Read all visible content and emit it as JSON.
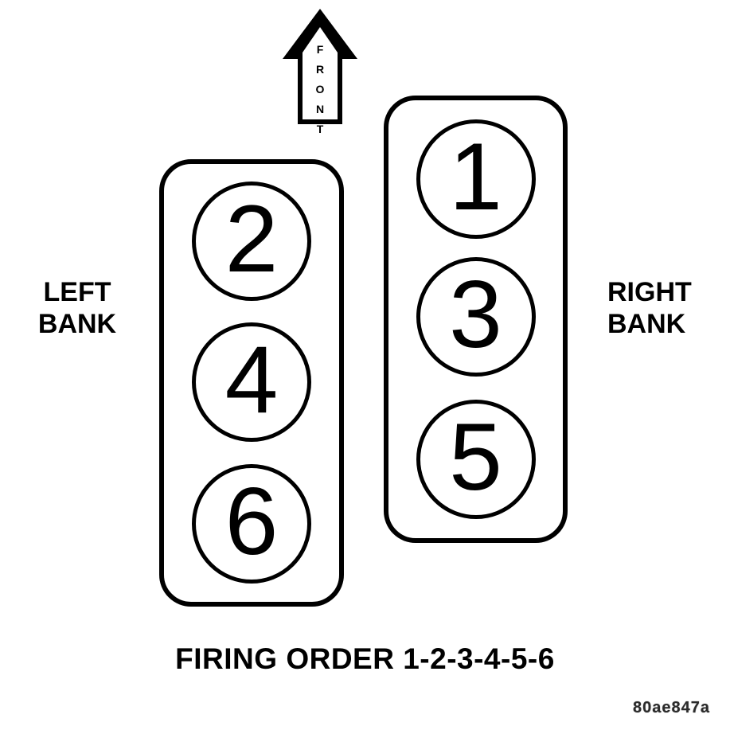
{
  "diagram": {
    "front_arrow": {
      "label": "FRONT"
    },
    "banks": {
      "left": {
        "label_line1": "LEFT",
        "label_line2": "BANK",
        "cylinders": [
          "2",
          "4",
          "6"
        ]
      },
      "right": {
        "label_line1": "RIGHT",
        "label_line2": "BANK",
        "cylinders": [
          "1",
          "3",
          "5"
        ]
      }
    },
    "caption": "FIRING ORDER 1-2-3-4-5-6",
    "figure_id": "80ae847a",
    "firing_order": [
      "1",
      "2",
      "3",
      "4",
      "5",
      "6"
    ],
    "colors": {
      "line": "#000000",
      "background": "#ffffff",
      "text": "#000000"
    }
  }
}
